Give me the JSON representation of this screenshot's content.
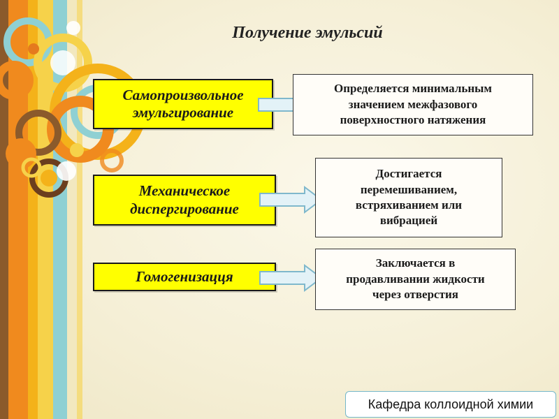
{
  "slide": {
    "title": "Получение эмульсий",
    "methods": [
      {
        "name": "Самопроизвольное эмульгирование",
        "description": "Определяется минимальным\nзначением межфазового\nповерхностного натяжения"
      },
      {
        "name": "Механическое диспергирование",
        "description": "Достигается\nперемешиванием,\nвстряхиванием или\nвибрацией"
      },
      {
        "name": "Гомогенизацця",
        "description": "Заключается в\nпродавливании жидкости\nчерез отверстия"
      }
    ],
    "footer": "Кафедра коллоидной химии"
  },
  "colors": {
    "method_box": "#ffff00",
    "arrow_fill": "#e3f2f7",
    "arrow_border": "#7fb8cc",
    "footer_border": "#74b7c9"
  },
  "icons": {
    "arrow": "right-arrow-icon",
    "decor": "decorative-circles"
  }
}
